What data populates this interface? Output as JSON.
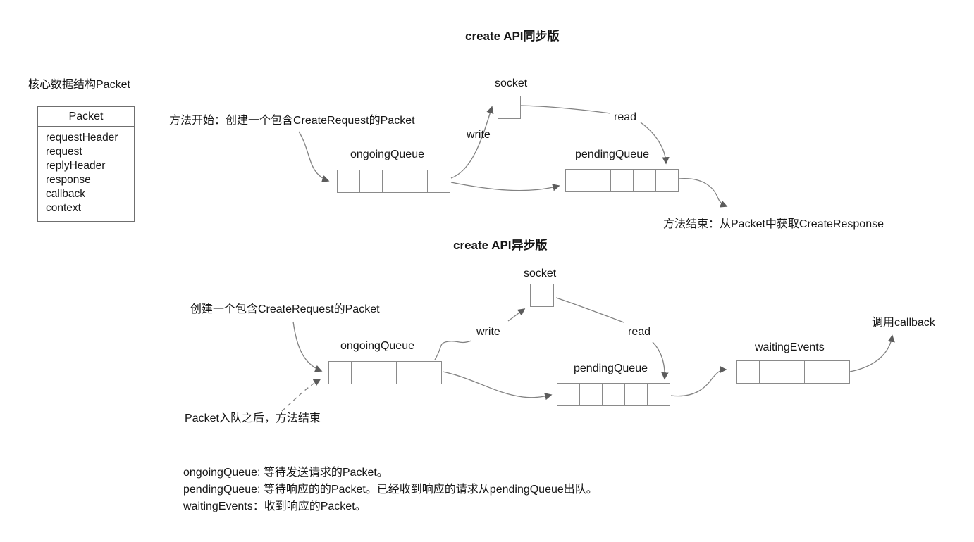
{
  "colors": {
    "line": "#828282",
    "arrow": "#5c5c5c",
    "text": "#161616",
    "box_border": "#8a8a8a"
  },
  "packet_panel": {
    "heading": "核心数据结构Packet",
    "box_title": "Packet",
    "fields": [
      "requestHeader",
      "request",
      "replyHeader",
      "response",
      "callback",
      "context"
    ]
  },
  "sync_diagram": {
    "title": "create API同步版",
    "start_note": "方法开始：创建一个包含CreateRequest的Packet",
    "ongoing_queue_label": "ongoingQueue",
    "socket_label": "socket",
    "write_label": "write",
    "read_label": "read",
    "pending_queue_label": "pendingQueue",
    "end_note": "方法结束：从Packet中获取CreateResponse",
    "queue_cells": 5
  },
  "async_diagram": {
    "title": "create API异步版",
    "start_note": "创建一个包含CreateRequest的Packet",
    "enqueue_note": "Packet入队之后，方法结束",
    "ongoing_queue_label": "ongoingQueue",
    "socket_label": "socket",
    "write_label": "write",
    "read_label": "read",
    "pending_queue_label": "pendingQueue",
    "waiting_events_label": "waitingEvents",
    "callback_note": "调用callback",
    "queue_cells": 5
  },
  "legend": {
    "line1": "ongoingQueue: 等待发送请求的Packet。",
    "line2": "pendingQueue: 等待响应的的Packet。已经收到响应的请求从pendingQueue出队。",
    "line3": "waitingEvents：收到响应的Packet。"
  }
}
